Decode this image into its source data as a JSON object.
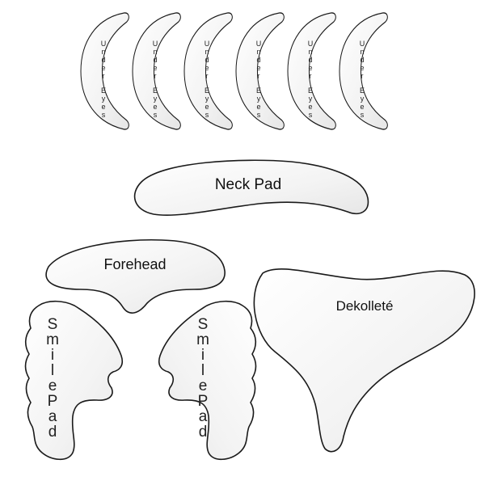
{
  "image": {
    "background": "#ffffff",
    "pad_fill": "#f2f2f2",
    "pad_outline": "#1a1a1a"
  },
  "under_eye_pads": [
    {
      "label": "Under Eyes",
      "word1": "Under",
      "word2": "Eyes"
    },
    {
      "label": "Under Eyes",
      "word1": "Under",
      "word2": "Eyes"
    },
    {
      "label": "Under Eyes",
      "word1": "Under",
      "word2": "Eyes"
    },
    {
      "label": "Under Eyes",
      "word1": "Under",
      "word2": "Eyes"
    },
    {
      "label": "Under Eyes",
      "word1": "Under",
      "word2": "Eyes"
    },
    {
      "label": "Under Eyes",
      "word1": "Under",
      "word2": "Eyes"
    }
  ],
  "neck_pad": {
    "label": "Neck Pad"
  },
  "forehead_pad": {
    "label": "Forehead"
  },
  "smile_pads": [
    {
      "label": "SmilePad"
    },
    {
      "label": "SmilePad"
    }
  ],
  "dekollete_pad": {
    "label": "Dekolleté"
  }
}
